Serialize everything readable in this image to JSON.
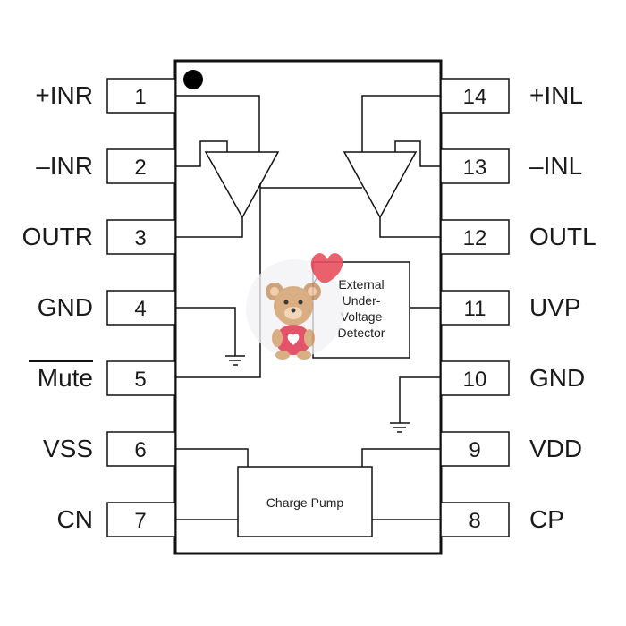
{
  "pins_left": [
    {
      "number": "1",
      "label": "+INR"
    },
    {
      "number": "2",
      "label": "–INR"
    },
    {
      "number": "3",
      "label": "OUTR"
    },
    {
      "number": "4",
      "label": "GND"
    },
    {
      "number": "5",
      "label": "Mute"
    },
    {
      "number": "6",
      "label": "VSS"
    },
    {
      "number": "7",
      "label": "CN"
    }
  ],
  "pins_right": [
    {
      "number": "14",
      "label": "+INL"
    },
    {
      "number": "13",
      "label": "–INL"
    },
    {
      "number": "12",
      "label": "OUTL"
    },
    {
      "number": "11",
      "label": "UVP"
    },
    {
      "number": "10",
      "label": "GND"
    },
    {
      "number": "9",
      "label": "VDD"
    },
    {
      "number": "8",
      "label": "CP"
    }
  ],
  "blocks": {
    "uvp_detector": [
      "External",
      "Under-",
      "Voltage",
      "Detector"
    ],
    "charge_pump": "Charge Pump"
  }
}
